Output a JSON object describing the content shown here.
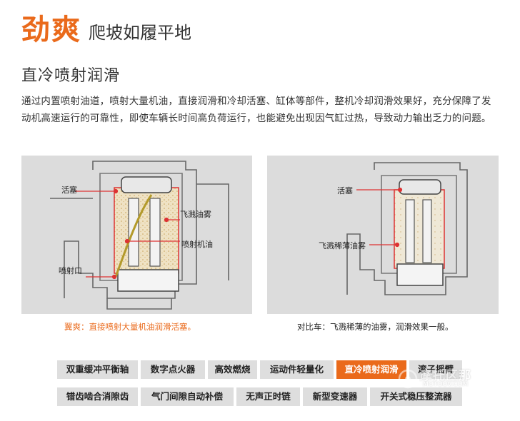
{
  "hero": {
    "main": "劲爽",
    "sub": "爬坡如履平地"
  },
  "subtitle": "直冷喷射润滑",
  "description": "通过内置喷射油道，喷射大量机油，直接润滑和冷却活塞、缸体等部件，整机冷却润滑效果好，充分保障了发动机高速运行的可靠性，即使车辆长时间高负荷运行，也能避免出现因气缸过热，导致动力输出乏力的问题。",
  "left_figure": {
    "labels": {
      "piston": "活塞",
      "splash_mist": "飞溅油雾",
      "spray_oil": "喷射机油",
      "nozzle": "喷射口"
    },
    "caption": "翼爽：直接喷射大量机油润滑活塞。"
  },
  "right_figure": {
    "labels": {
      "piston": "活塞",
      "thin_mist": "飞溅稀薄油雾"
    },
    "caption": "对比车：飞溅稀薄的油雾，润滑效果一般。"
  },
  "tabs_row1": [
    {
      "label": "双重缓冲平衡轴",
      "active": false
    },
    {
      "label": "数字点火器",
      "active": false
    },
    {
      "label": "高效燃烧",
      "active": false
    },
    {
      "label": "运动件轻量化",
      "active": false
    },
    {
      "label": "直冷喷射润滑",
      "active": true
    },
    {
      "label": "滚子摇臂",
      "active": false
    }
  ],
  "tabs_row2": [
    {
      "label": "错齿啮合消隙齿",
      "active": false
    },
    {
      "label": "气门间隙自动补偿",
      "active": false
    },
    {
      "label": "无声正时链",
      "active": false
    },
    {
      "label": "新型变速器",
      "active": false
    },
    {
      "label": "开关式稳压整流器",
      "active": false
    }
  ],
  "watermark": {
    "text": "摩托区那",
    "url": "MOTOOV.COM"
  },
  "colors": {
    "accent": "#ea6a1b",
    "tab_bg": "#dedede",
    "panel_bg": "#dcdcdc"
  }
}
